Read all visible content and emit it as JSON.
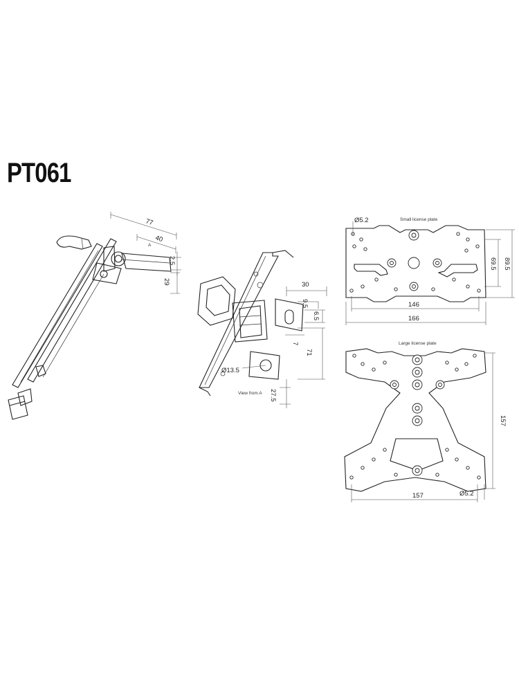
{
  "title": "PT061",
  "captions": {
    "view_from_a": "View from A",
    "small_plate": "Small license plate",
    "large_plate": "Large license plate"
  },
  "side_view": {
    "dims": [
      "77",
      "40",
      "2.5",
      "29"
    ],
    "arrow_label": "A"
  },
  "view_a": {
    "dims": [
      "30",
      "9.5",
      "6.5",
      "7",
      "71",
      "27.5",
      "Ø13.5"
    ]
  },
  "small_plate": {
    "dims": [
      "Ø5.2",
      "146",
      "166",
      "69.5",
      "89.5"
    ]
  },
  "large_plate": {
    "dims": [
      "157",
      "157",
      "Ø5.2"
    ]
  }
}
